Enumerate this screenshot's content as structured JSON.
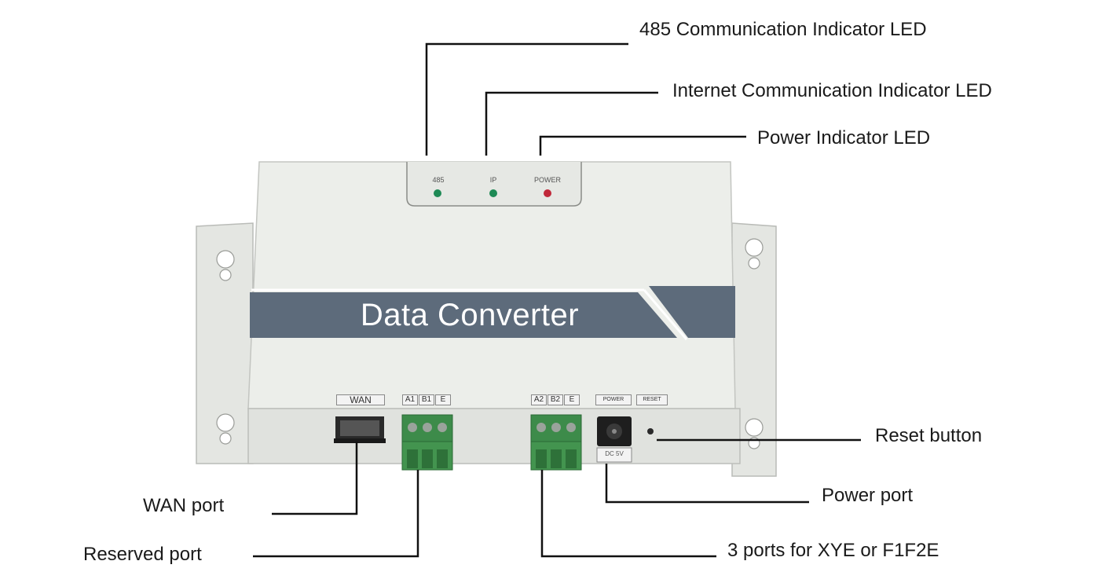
{
  "device": {
    "name": "Data Converter",
    "indicator_labels": [
      "485",
      "IP",
      "POWER"
    ],
    "indicator_colors": [
      "#1e8a55",
      "#1e8a55",
      "#c0283a"
    ],
    "port_tags": {
      "wan": "WAN",
      "reserved": [
        "A1",
        "B1",
        "E"
      ],
      "main": [
        "A2",
        "B2",
        "E"
      ],
      "power": "POWER",
      "reset": "RESET"
    },
    "power_sub_label": "DC 5V"
  },
  "callouts": {
    "comm_485": "485 Communication Indicator LED",
    "internet": "Internet Communication Indicator LED",
    "power_led": "Power Indicator LED",
    "reset_button": "Reset button",
    "power_port": "Power port",
    "wan_port": "WAN port",
    "reserved_port": "Reserved port",
    "xye_ports": "3 ports for XYE or F1F2E"
  },
  "colors": {
    "housing": "#e9ebe7",
    "housing_front": "#e0e2de",
    "band": "#5d6b7b",
    "terminal_green": "#3d8b4a",
    "leader_line": "#111111"
  }
}
